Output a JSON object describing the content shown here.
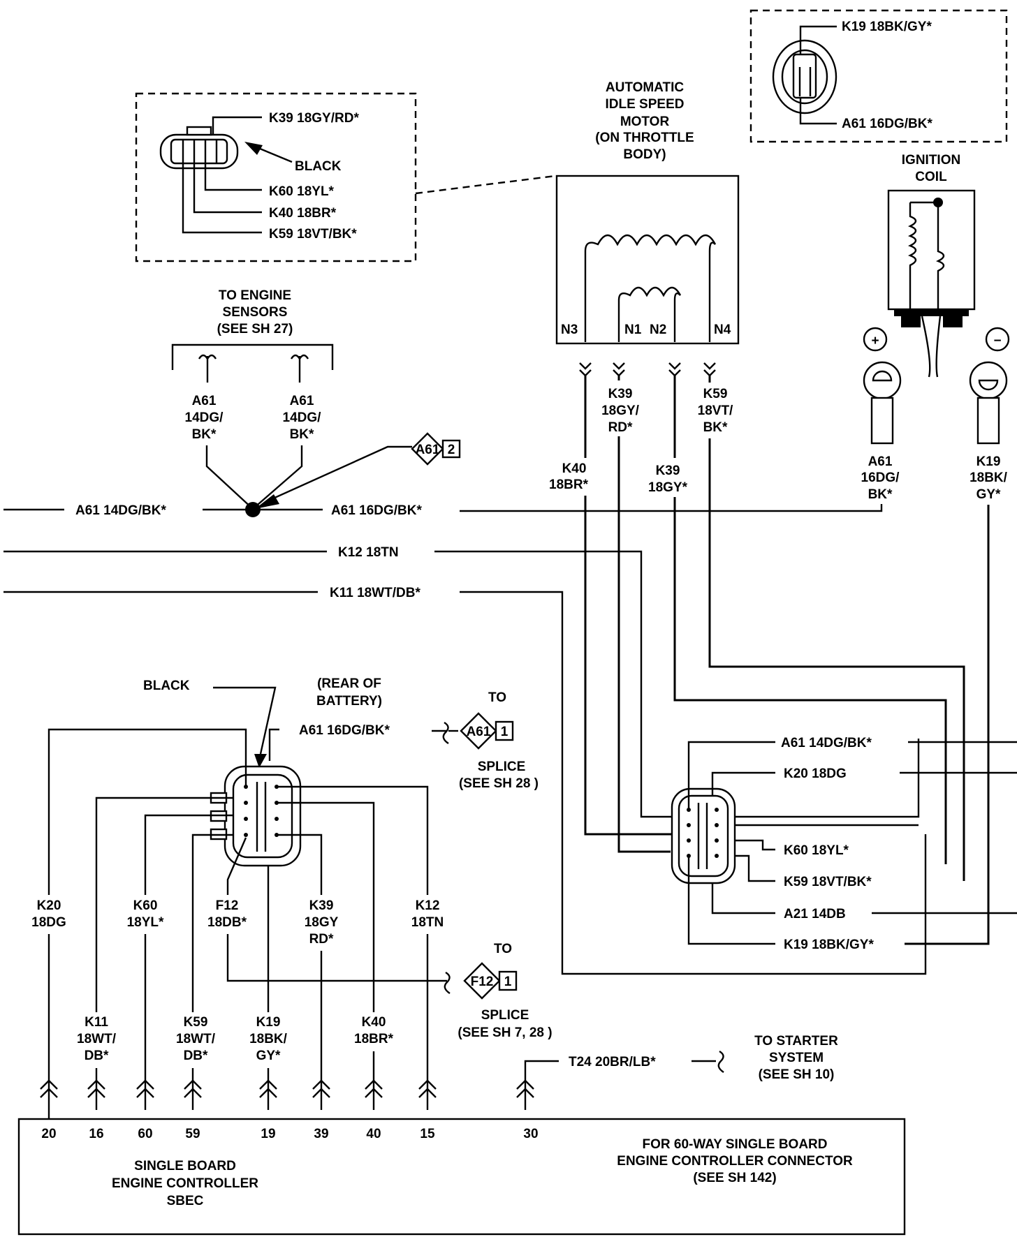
{
  "isc_connector": {
    "wires": [
      "K39 18GY/RD*",
      "K60 18YL*",
      "K40 18BR*",
      "K59 18VT/BK*"
    ],
    "color": "BLACK"
  },
  "coil_connector": {
    "top": "K19 18BK/GY*",
    "bottom": "A61 16DG/BK*"
  },
  "ais_motor": {
    "title": [
      "AUTOMATIC",
      "IDLE SPEED",
      "MOTOR",
      "(ON THROTTLE",
      "BODY)"
    ],
    "pins": [
      "N3",
      "N1",
      "N2",
      "N4"
    ],
    "labels": {
      "k39a": [
        "K39",
        "18GY/",
        "RD*"
      ],
      "k59": [
        "K59",
        "18VT/",
        "BK*"
      ],
      "k40": [
        "K40",
        "18BR*"
      ],
      "k39b": [
        "K39",
        "18GY*"
      ]
    }
  },
  "ignition_coil": {
    "title": [
      "IGNITION",
      "COIL"
    ],
    "plus": "+",
    "minus": "−",
    "left": [
      "A61",
      "16DG/",
      "BK*"
    ],
    "right": [
      "K19",
      "18BK/",
      "GY*"
    ]
  },
  "engine_sensors": {
    "title": [
      "TO ENGINE",
      "SENSORS",
      "(SEE SH 27)"
    ],
    "left": [
      "A61",
      "14DG/",
      "BK*"
    ],
    "right": [
      "A61",
      "14DG/",
      "BK*"
    ],
    "splice_ref": {
      "name": "A61",
      "num": "2"
    }
  },
  "bus": {
    "a61_left": "A61 14DG/BK*",
    "a61_right": "A61 16DG/BK*",
    "k12": "K12 18TN",
    "k11": "K11 18WT/DB*"
  },
  "battery_connector": {
    "black": "BLACK",
    "rear": [
      "(REAR OF",
      "BATTERY)"
    ],
    "a61": "A61 16DG/BK*",
    "to1": "TO",
    "splice1": {
      "name": "A61",
      "num": "1",
      "label": [
        "SPLICE",
        "(SEE SH 28 )"
      ]
    },
    "to2": "TO",
    "splice2": {
      "name": "F12",
      "num": "1",
      "label": [
        "SPLICE",
        "(SEE SH 7, 28 )"
      ]
    }
  },
  "wire_labels": {
    "k20": [
      "K20",
      "18DG"
    ],
    "k60": [
      "K60",
      "18YL*"
    ],
    "f12": [
      "F12",
      "18DB*"
    ],
    "k39": [
      "K39",
      "18GY",
      "RD*"
    ],
    "k12": [
      "K12",
      "18TN"
    ],
    "k11": [
      "K11",
      "18WT/",
      "DB*"
    ],
    "k59": [
      "K59",
      "18WT/",
      "DB*"
    ],
    "k19": [
      "K19",
      "18BK/",
      "GY*"
    ],
    "k40": [
      "K40",
      "18BR*"
    ]
  },
  "right_connector": {
    "labels": [
      "A61 14DG/BK*",
      "K20 18DG",
      "K60 18YL*",
      "K59 18VT/BK*",
      "A21 14DB",
      "K19 18BK/GY*"
    ]
  },
  "starter": {
    "wire": "T24 20BR/LB*",
    "label": [
      "TO STARTER",
      "SYSTEM",
      "(SEE SH 10)"
    ]
  },
  "sbec": {
    "pins": [
      "20",
      "16",
      "60",
      "59",
      "19",
      "39",
      "40",
      "15",
      "30"
    ],
    "title": [
      "SINGLE BOARD",
      "ENGINE CONTROLLER",
      "SBEC"
    ],
    "note": [
      "FOR 60-WAY SINGLE BOARD",
      "ENGINE CONTROLLER CONNECTOR",
      "(SEE SH 142)"
    ]
  }
}
